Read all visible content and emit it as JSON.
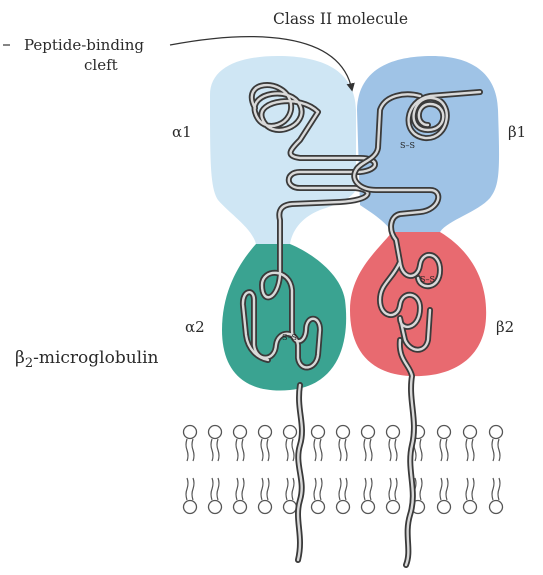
{
  "title": "Class II molecule",
  "labels": {
    "cleft_line1": "Peptide-binding",
    "cleft_line2": "cleft",
    "alpha1": "α1",
    "beta1": "β1",
    "alpha2": "α2",
    "beta2": "β2",
    "b2m_prefix": "β",
    "b2m_sub": "2",
    "b2m_suffix": "-microglobulin",
    "disulfide": "S–S"
  },
  "colors": {
    "alpha1_domain": "#cfe6f4",
    "beta1_domain": "#9fc3e6",
    "alpha2_domain": "#3aa391",
    "beta2_domain": "#e86a70",
    "chain_outline": "#3a3a3a",
    "chain_fill": "#d9d9d9",
    "lipid": "#555555",
    "text": "#2b2b2b"
  }
}
